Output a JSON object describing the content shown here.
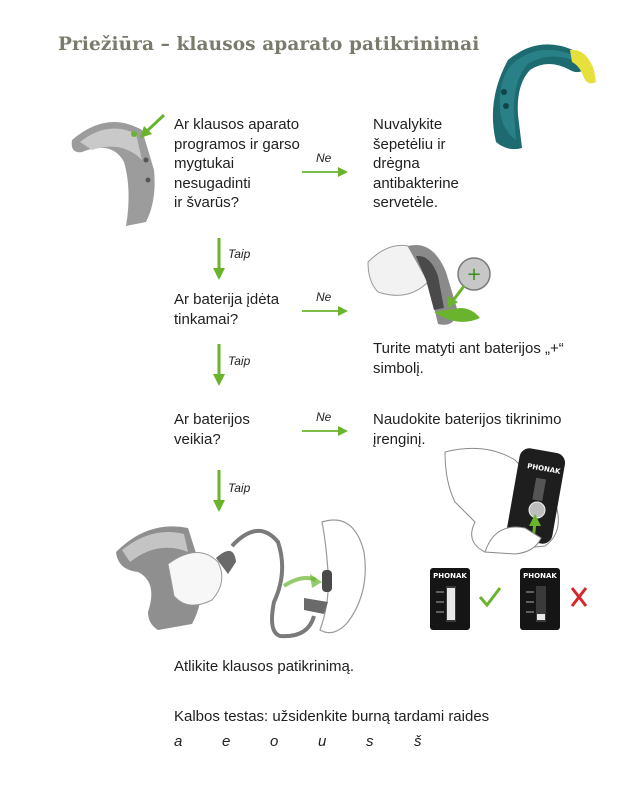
{
  "title": "Priežiūra – klausos aparato patikrinimai",
  "steps": [
    {
      "question": [
        "Ar klausos aparato",
        "programos ir garso",
        "mygtukai",
        "nesugadinti",
        "ir švarūs?"
      ],
      "no_label": "Ne",
      "action": [
        "Nuvalykite",
        "šepetėliu ir",
        "drėgna",
        "antibakterine",
        "servetėle."
      ]
    },
    {
      "question": [
        "Ar baterija įdėta",
        "tinkamai?"
      ],
      "no_label": "Ne",
      "action": [
        "Turite matyti ant baterijos „+“",
        "simbolį."
      ]
    },
    {
      "question": [
        "Ar baterijos",
        "veikia?"
      ],
      "no_label": "Ne",
      "action": [
        "Naudokite baterijos tikrinimo",
        "įrenginį."
      ]
    }
  ],
  "yes_label": "Taip",
  "final_step": "Atlikite klausos patikrinimą.",
  "speech_test": {
    "text": "Kalbos testas: užsidenkite burną tardami raides",
    "letters": [
      "a",
      "e",
      "o",
      "u",
      "s",
      "š"
    ]
  },
  "battery_tester": {
    "brand": "PHONAK",
    "battery_sign": "+"
  },
  "colors": {
    "accent_green": "#6ab42d",
    "title_grey": "#7a7b6d",
    "error_red": "#d9262b",
    "device_teal": "#1d6a70"
  }
}
